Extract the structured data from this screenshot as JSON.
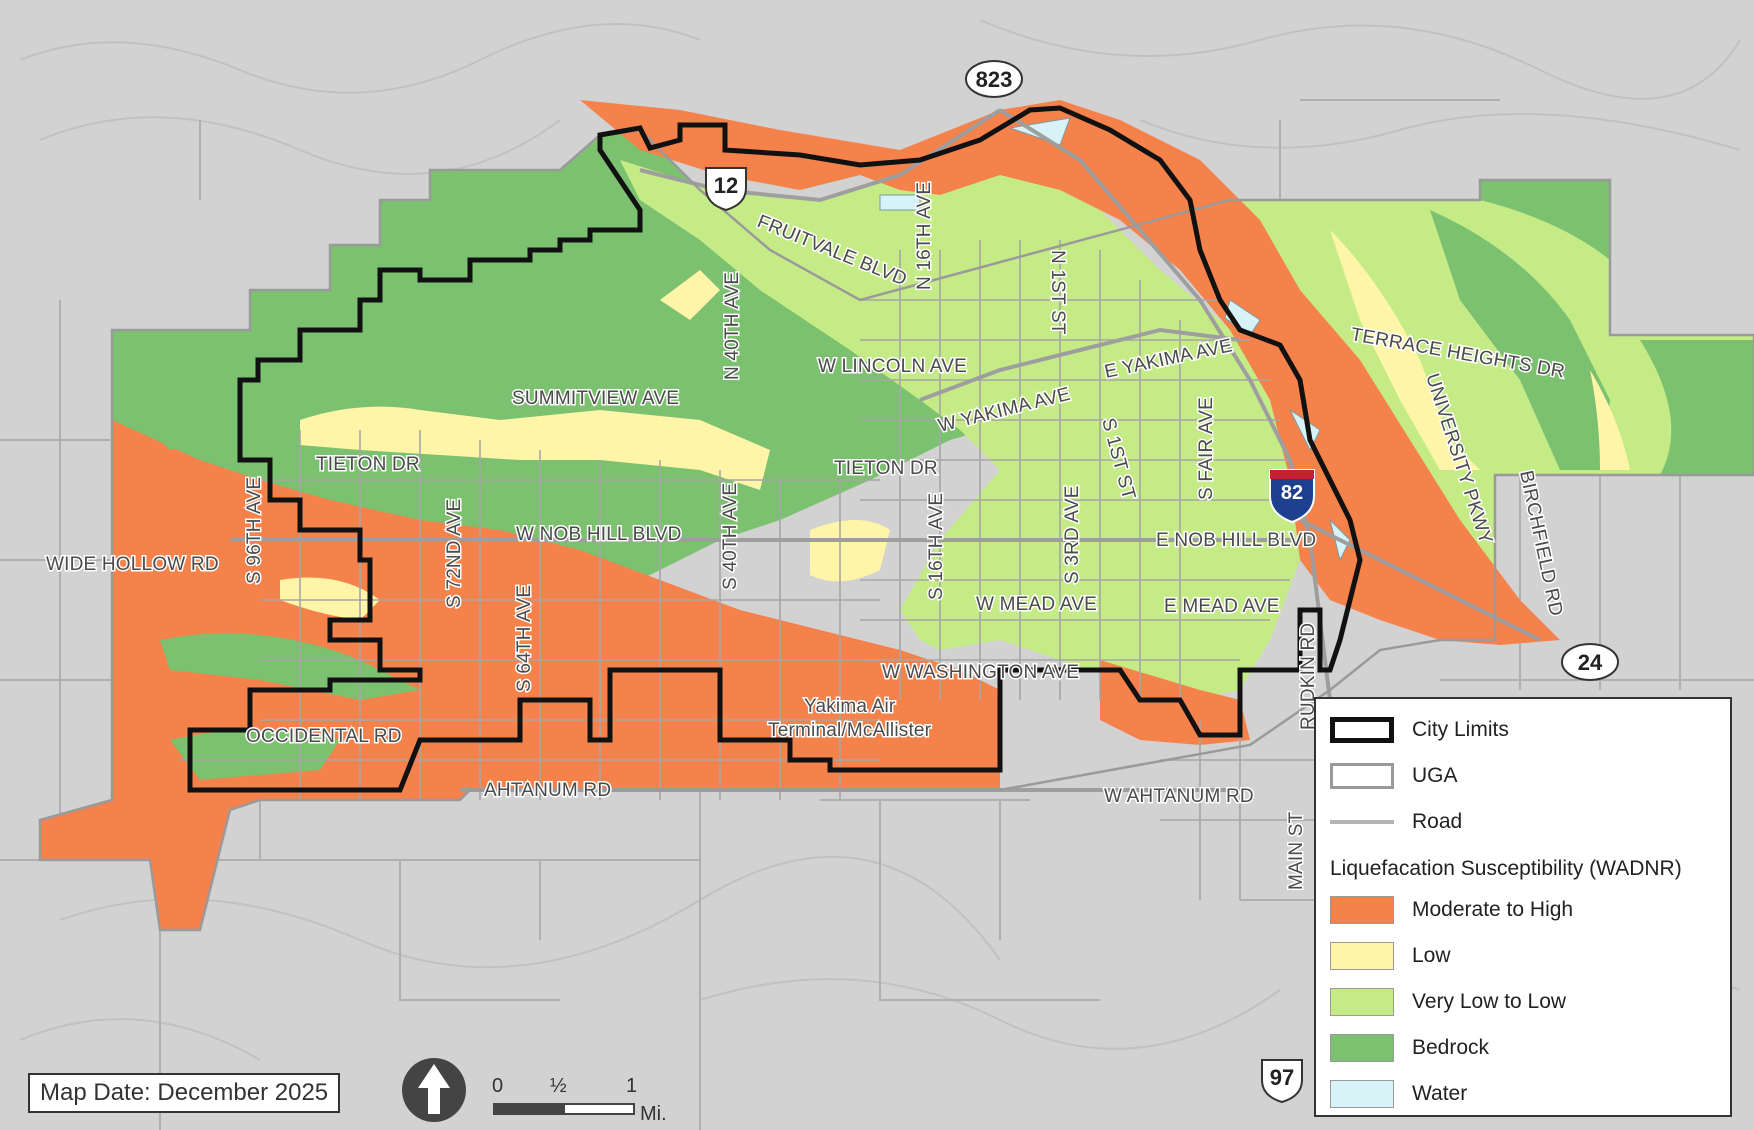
{
  "title": "",
  "highway_shields": {
    "sr823": "823",
    "us12": "12",
    "i82": "82",
    "sr24": "24",
    "us97": "97"
  },
  "streets": {
    "fruitvale_blvd": "FRUITVALE BLVD",
    "n16th_ave": "N 16TH AVE",
    "n1st_st": "N 1ST ST",
    "n40th_ave": "N 40TH AVE",
    "w_lincoln_ave": "W LINCOLN AVE",
    "e_yakima_ave": "E YAKIMA AVE",
    "w_yakima_ave": "W YAKIMA AVE",
    "summitview_ave": "SUMMITVIEW AVE",
    "tieton_dr_west": "TIETON DR",
    "tieton_dr_east": "TIETON DR",
    "terrace_heights_dr": "TERRACE HEIGHTS DR",
    "university_pkwy": "UNIVERSITY PKWY",
    "birchfield_rd": "BIRCHFIELD RD",
    "s_fair_ave": "S FAIR AVE",
    "s_1st_st": "S 1ST ST",
    "s_3rd_ave": "S 3RD AVE",
    "s_16th_ave": "S 16TH AVE",
    "s_40th_ave": "S 40TH AVE",
    "s_64th_ave": "S 64TH AVE",
    "s_72nd_ave": "S 72ND AVE",
    "s_96th_ave": "S 96TH AVE",
    "w_nob_hill_blvd": "W NOB HILL BLVD",
    "e_nob_hill_blvd": "E NOB HILL BLVD",
    "wide_hollow_rd": "WIDE HOLLOW RD",
    "w_mead_ave": "W MEAD AVE",
    "e_mead_ave": "E MEAD AVE",
    "w_washington_ave": "W WASHINGTON AVE",
    "rudkin_rd": "RUDKIN RD",
    "occidental_rd": "OCCIDENTAL RD",
    "ahtanum_rd": "AHTANUM RD",
    "w_ahtanum_rd": "W AHTANUM RD",
    "main_st": "MAIN ST",
    "airport_line1": "Yakima Air",
    "airport_line2": "Terminal/McAllister"
  },
  "legend": {
    "city_limits": "City Limits",
    "uga": "UGA",
    "road": "Road",
    "susceptibility_title": "Liquefacation Susceptibility (WADNR)",
    "classes": [
      {
        "label": "Moderate to High",
        "color": "#f4824a"
      },
      {
        "label": "Low",
        "color": "#fff5a8"
      },
      {
        "label": "Very Low to Low",
        "color": "#c5eb87"
      },
      {
        "label": "Bedrock",
        "color": "#7cc16f"
      },
      {
        "label": "Water",
        "color": "#d8f3f7"
      }
    ]
  },
  "map_date": "Map Date: December 2025",
  "scale": {
    "tick0": "0",
    "tick_half": "½",
    "tick1": "1",
    "unit": "Mi."
  },
  "colors": {
    "background_hillshade": "#d2d2d2",
    "road": "#a6a6a6",
    "city_limits": "#111111",
    "uga": "#9a9a9a"
  }
}
